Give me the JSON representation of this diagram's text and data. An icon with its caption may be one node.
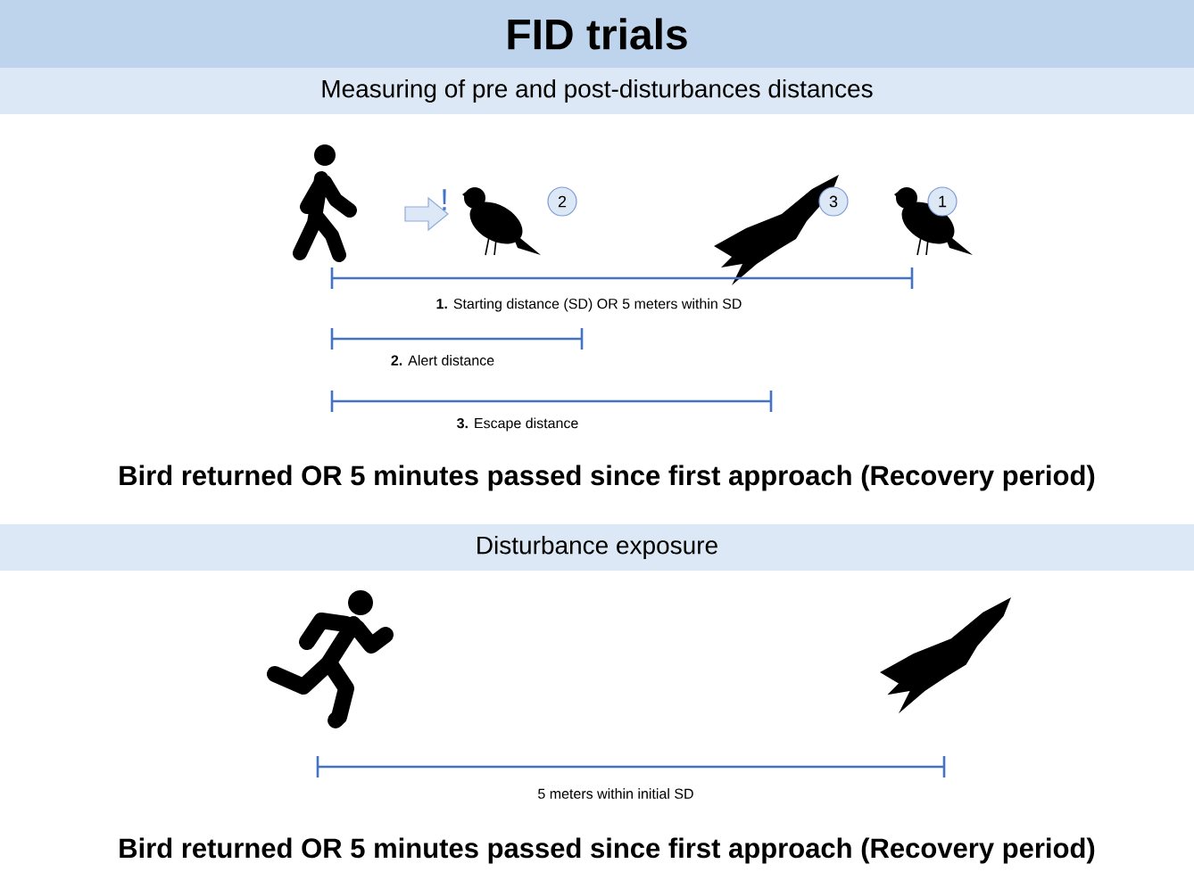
{
  "diagram": {
    "title": "FID trials",
    "nodes": [
      {
        "text": [
          "Measuring of pre and post-disturbances distances"
        ]
      },
      {
        "text": [
          "2"
        ]
      },
      {
        "text": [
          "3"
        ]
      },
      {
        "text": [
          "1"
        ]
      },
      {
        "text": [
          "Disturbance exposure"
        ]
      }
    ],
    "labels": [
      "!",
      "**1.** Starting distance (SD) OR 5 meters within SD",
      "**2.** Alert distance",
      "**3.** Escape distance",
      "Bird returned OR 5 minutes passed since first approach (Recovery period)",
      "5 meters within initial SD",
      "Bird returned OR 5 minutes passed since first approach (Recovery period)"
    ]
  }
}
